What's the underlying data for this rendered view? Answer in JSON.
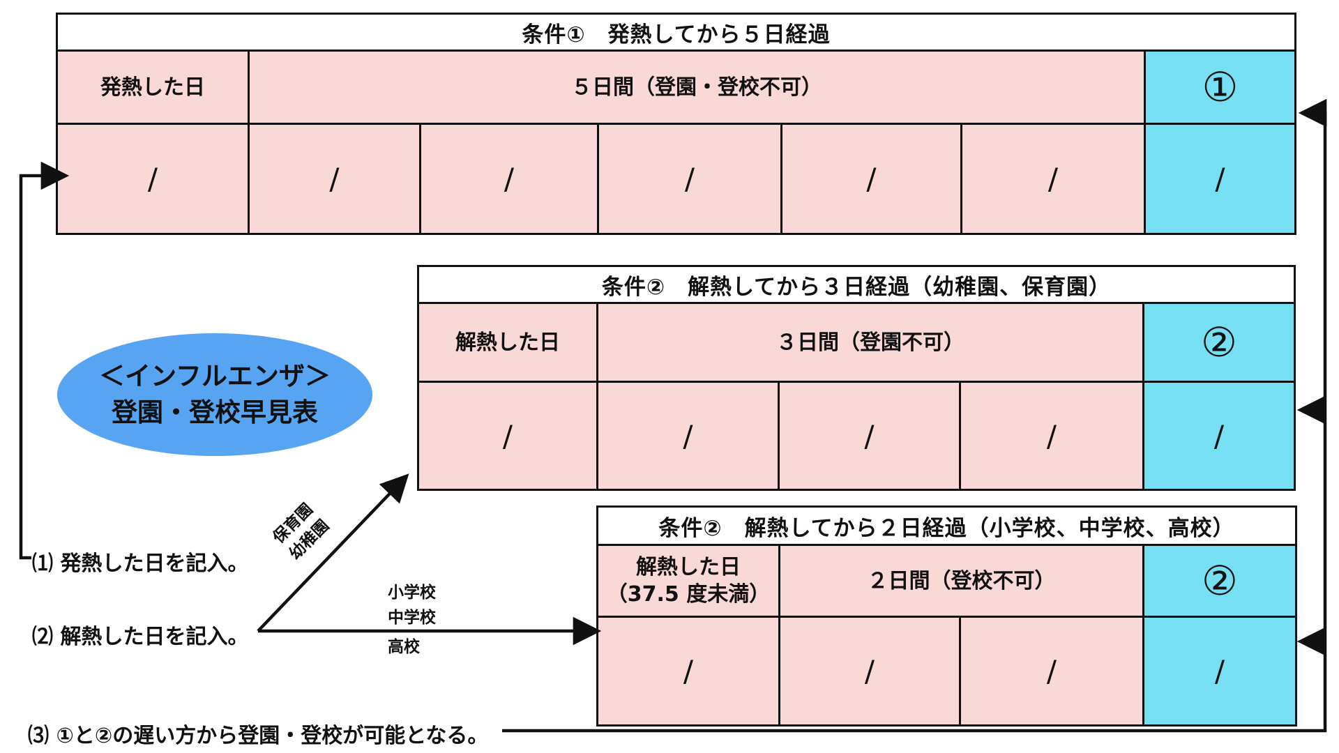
{
  "colors": {
    "cell_pink": "#f9d9d7",
    "cell_cyan": "#76dff3",
    "bubble_blue": "#57a4f2",
    "line_black": "#111111"
  },
  "bubble": {
    "line1": "＜インフルエンザ＞",
    "line2": "登園・登校早見表"
  },
  "table1": {
    "title": "条件①　発熱してから５日経過",
    "header": {
      "col1": "発熱した日",
      "col2": "５日間（登園・登校不可）",
      "badge": "①"
    },
    "cells": [
      "/",
      "/",
      "/",
      "/",
      "/",
      "/",
      "/"
    ]
  },
  "table2": {
    "title": "条件②　解熱してから３日経過（幼稚園、保育園）",
    "header": {
      "col1": "解熱した日",
      "col2": "３日間（登園不可）",
      "badge": "②"
    },
    "cells": [
      "/",
      "/",
      "/",
      "/",
      "/"
    ]
  },
  "table3": {
    "title": "条件②　解熱してから２日経過（小学校、中学校、高校）",
    "header": {
      "col1": "解熱した日\n（37.5 度未満）",
      "col2": "２日間（登校不可）",
      "badge": "②"
    },
    "cells": [
      "/",
      "/",
      "/",
      "/"
    ]
  },
  "notes": {
    "n1": "⑴ 発熱した日を記入。",
    "n2": "⑵ 解熱した日を記入。",
    "n3": "⑶ ①と②の遅い方から登園・登校が可能となる。"
  },
  "arrow_labels": {
    "kindergarten": "保育園\n幼稚園",
    "school_1": "小学校",
    "school_2": "中学校",
    "school_3": "高校"
  }
}
